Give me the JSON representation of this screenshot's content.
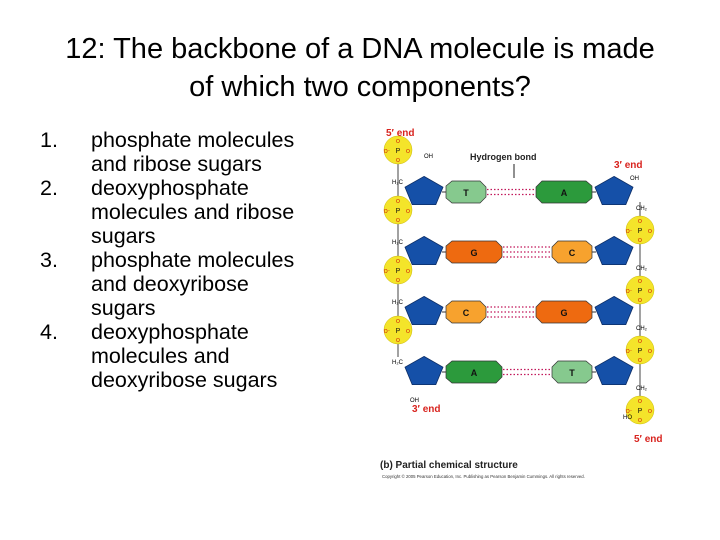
{
  "slide": {
    "title_lines": [
      "12:  The backbone of a DNA molecule is made",
      "of which two components?"
    ]
  },
  "answers": [
    {
      "number": "1.",
      "lines": [
        "phosphate molecules",
        "and ribose sugars"
      ]
    },
    {
      "number": "2.",
      "lines": [
        "deoxyphosphate",
        "molecules and ribose",
        "sugars"
      ]
    },
    {
      "number": "3.",
      "lines": [
        "phosphate molecules",
        "and deoxyribose",
        "sugars"
      ]
    },
    {
      "number": "4.",
      "lines": [
        "deoxyphosphate",
        "molecules and",
        "deoxyribose sugars"
      ]
    }
  ],
  "figure": {
    "label_5_end_top": "5′ end",
    "label_3_end_top": "3′ end",
    "label_hydrogen_bond": "Hydrogen bond",
    "label_3_end_bottom": "3′ end",
    "label_5_end_bottom": "5′ end",
    "left_h2c_labels": [
      "H₂C",
      "H₂C",
      "H₂C",
      "H₂C"
    ],
    "right_ch2_labels": [
      "CH₂",
      "CH₂",
      "CH₂",
      "CH₂"
    ],
    "oh_top_left": "OH",
    "oh_top_right": "OH",
    "oh_bottom_left": "OH",
    "ho_bottom_right": "HO",
    "phosphate_atom": "P",
    "phosphate_oxygen": "O",
    "phosphate_oxygen_minus": "O⁻",
    "base_pairs": [
      {
        "left": "T",
        "right": "A"
      },
      {
        "left": "G",
        "right": "C"
      },
      {
        "left": "C",
        "right": "G"
      },
      {
        "left": "A",
        "right": "T"
      }
    ],
    "caption": "(b) Partial chemical structure",
    "copyright": "Copyright © 2005 Pearson Education, Inc. Publishing as Pearson Benjamin Cummings. All rights reserved.",
    "colors": {
      "sugar": "#1550a8",
      "phosphate": "#f4e42a",
      "purine_a": "#2c9a3c",
      "pyrimidine_t": "#86c98e",
      "purine_g": "#ee6a10",
      "pyrimidine_c": "#f7a22e",
      "end_label": "#d8231e"
    }
  }
}
